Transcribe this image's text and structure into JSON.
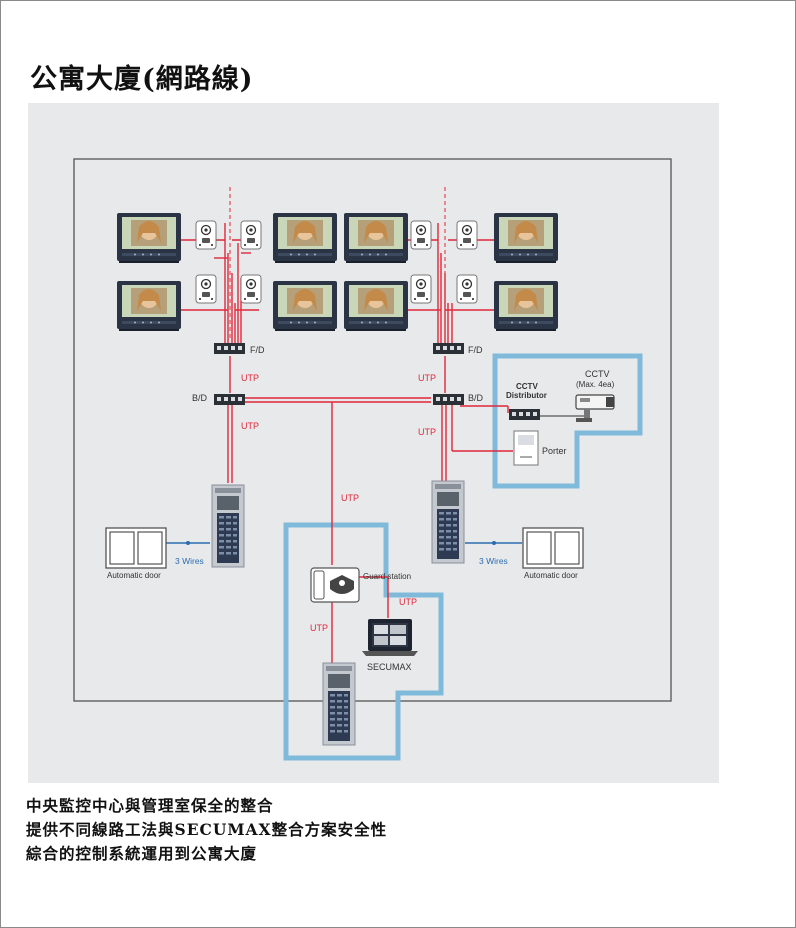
{
  "page": {
    "title": "公寓大廈(網路線)"
  },
  "diagram": {
    "labels": {
      "fd": "F/D",
      "bd": "B/D",
      "utp": "UTP",
      "cctv_distributor_line1": "CCTV",
      "cctv_distributor_line2": "Distributor",
      "cctv_line1": "CCTV",
      "cctv_line2": "(Max. 4ea)",
      "porter": "Porter",
      "three_wires": "3 Wires",
      "automatic_door": "Automatic door",
      "guard_station": "Guard station",
      "secumax": "SECUMAX"
    },
    "colors": {
      "background": "#e8e9ea",
      "utp_line": "#e0273b",
      "secure_zone": "#7fbadb",
      "wires": "#2a6db0",
      "monitor_frame": "#2b3445"
    }
  },
  "notes": [
    "中央監控中心與管理室保全的整合",
    "提供不同線路工法與SECUMAX整合方案安全性",
    "綜合的控制系統運用到公寓大廈"
  ]
}
